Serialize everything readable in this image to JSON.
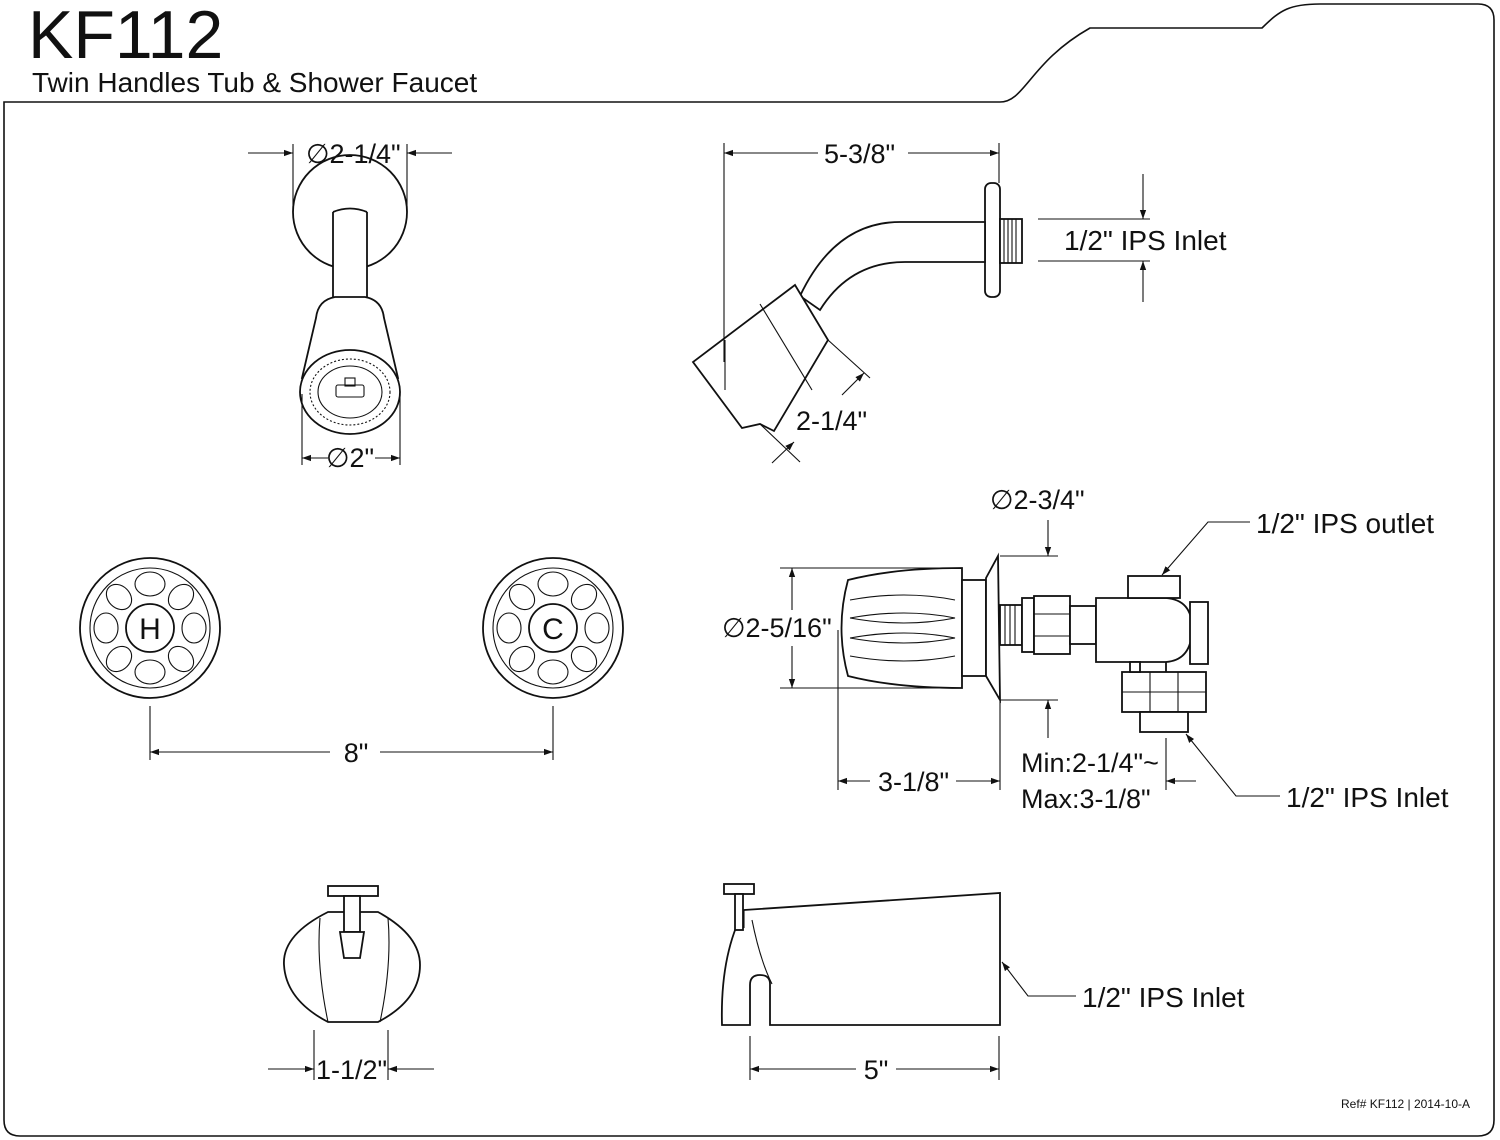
{
  "header": {
    "model": "KF112",
    "subtitle": "Twin Handles Tub & Shower Faucet"
  },
  "showerhead_front": {
    "flange_dia": "∅2-1/4\"",
    "head_dia": "∅2\""
  },
  "shower_arm_side": {
    "length": "5-3/8\"",
    "inlet": "1/2\" IPS Inlet",
    "head_dia": "2-1/4\""
  },
  "handles_front": {
    "hot_letter": "H",
    "cold_letter": "C",
    "spread": "8\""
  },
  "valve_side": {
    "flange_dia": "∅2-3/4\"",
    "handle_dia": "∅2-5/16\"",
    "handle_depth": "3-1/8\"",
    "range_min": "Min:2-1/4\"~",
    "range_max": "Max:3-1/8\"",
    "outlet": "1/2\" IPS outlet",
    "inlet": "1/2\" IPS Inlet"
  },
  "spout_front": {
    "width": "1-1/2\""
  },
  "spout_side": {
    "inlet": "1/2\" IPS Inlet",
    "length": "5\""
  },
  "footer": {
    "ref": "Ref# KF112 | 2014-10-A"
  }
}
